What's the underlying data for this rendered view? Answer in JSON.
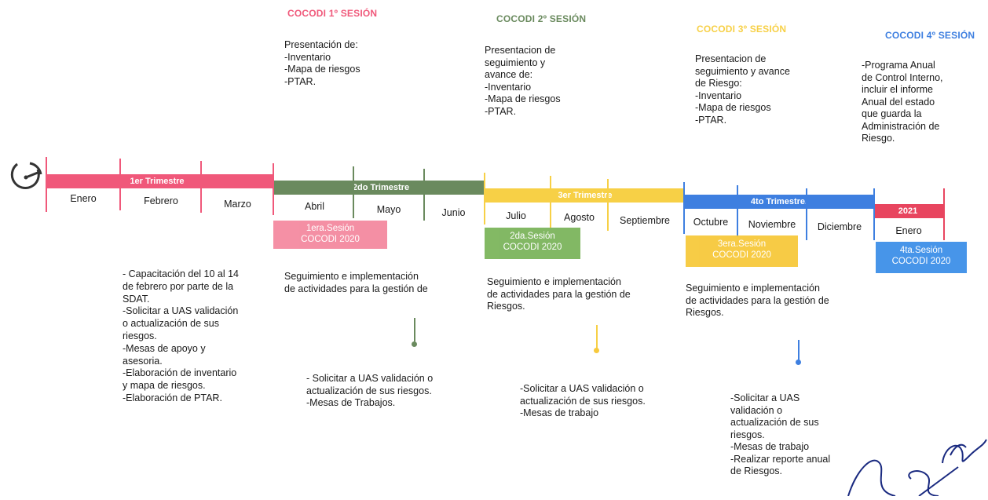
{
  "colors": {
    "q1": "#f0587a",
    "q2": "#6a8a5e",
    "q3": "#f7d046",
    "q4": "#3e7fe0",
    "q5": "#e8455f"
  },
  "sessions": [
    {
      "title": "COCODI 1º SESIÓN",
      "text": "Presentación de:\n-Inventario\n-Mapa de riesgos\n-PTAR."
    },
    {
      "title": "COCODI 2º SESIÓN",
      "text": "Presentacion de\nseguimiento y\navance de:\n-Inventario\n-Mapa de riesgos\n-PTAR."
    },
    {
      "title": "COCODI 3º SESIÓN",
      "text": "Presentacion de\nseguimiento y avance\nde Riesgo:\n-Inventario\n-Mapa de riesgos\n-PTAR."
    },
    {
      "title": "COCODI 4º SESIÓN",
      "text": "-Programa Anual\nde Control Interno,\nincluir el informe\nAnual del estado\nque guarda la\nAdministración de\nRiesgo."
    }
  ],
  "quarters": [
    "1er Trimestre",
    "2do Trimestre",
    "3er Trimestre",
    "4to Trimestre.",
    "2021"
  ],
  "months": [
    "Enero",
    "Febrero",
    "Marzo",
    "Abril",
    "Mayo",
    "Junio",
    "Julio",
    "Agosto",
    "Septiembre",
    "Octubre",
    "Noviembre",
    "Diciembre",
    "Enero"
  ],
  "session_markers": [
    {
      "line1": "1era.Sesión",
      "line2": "COCODI 2020"
    },
    {
      "line1": "2da.Sesión",
      "line2": "COCODI 2020"
    },
    {
      "line1": "3era.Sesión",
      "line2": "COCODI 2020"
    },
    {
      "line1": "4ta.Sesión",
      "line2": "COCODI 2020"
    }
  ],
  "activities": {
    "q1": "- Capacitación del 10 al 14\nde febrero por parte de la\nSDAT.\n-Solicitar a UAS validación\no actualización de sus\nriesgos.\n-Mesas de apoyo y\nasesoria.\n-Elaboración de inventario\ny mapa de riesgos.\n-Elaboración de PTAR.",
    "q2_top": "Seguimiento e implementación\nde actividades para la gestión de",
    "q2_bottom": "- Solicitar a UAS validación o\nactualización de sus riesgos.\n-Mesas de Trabajos.",
    "q3_top": "Seguimiento e implementación\nde actividades para la gestión de\nRiesgos.",
    "q3_bottom": "-Solicitar a UAS validación o\nactualización de sus riesgos.\n-Mesas de trabajo",
    "q4_top": "Seguimiento e implementación\nde actividades para la gestión de\nRiesgos.",
    "q4_bottom": "-Solicitar a UAS\nvalidación o\nactualización de sus\nriesgos.\n-Mesas de trabajo\n-Realizar reporte anual\nde Riesgos."
  }
}
